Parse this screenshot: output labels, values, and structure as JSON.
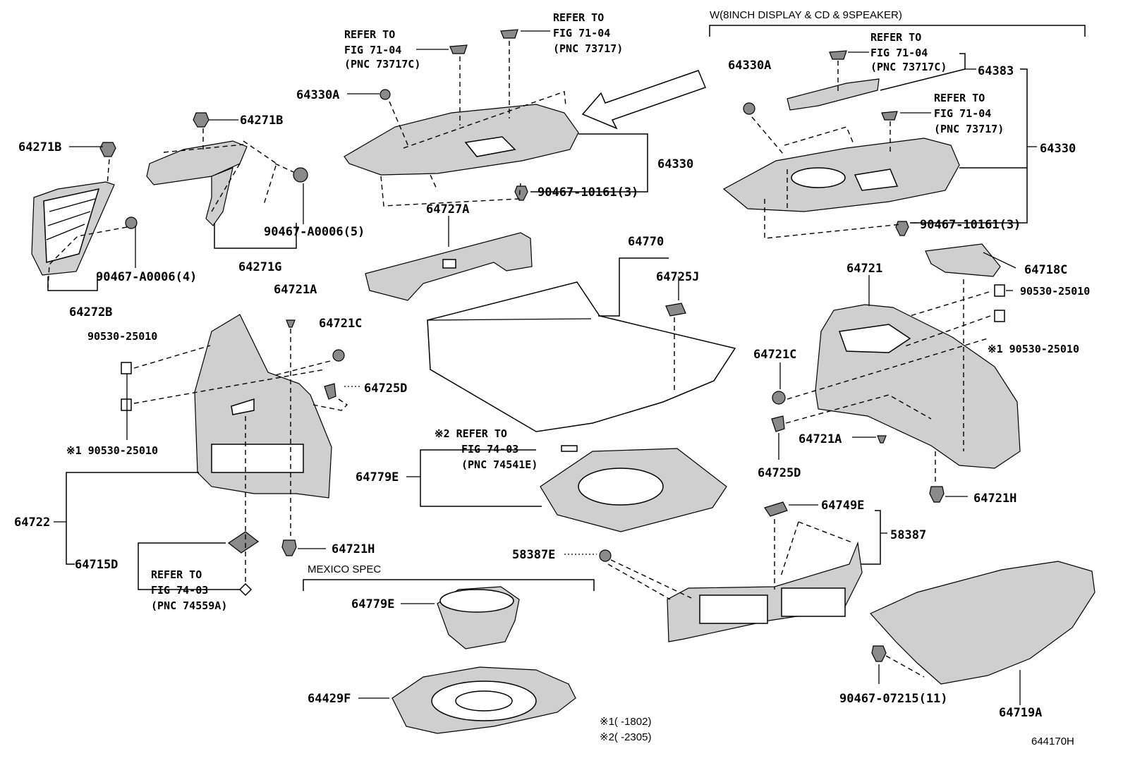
{
  "labels": {
    "p64271B_left": "64271B",
    "p64271B_top": "64271B",
    "p64330A_left": "64330A",
    "p64330A_right": "64330A",
    "p64330_left": "64330",
    "p64330_right": "64330",
    "p64383": "64383",
    "p90467_10161_left": "90467-10161(3)",
    "p90467_10161_right": "90467-10161(3)",
    "p90467_A0006_5": "90467-A0006(5)",
    "p90467_A0006_4": "90467-A0006(4)",
    "p64271G": "64271G",
    "p64272B": "64272B",
    "p64727A": "64727A",
    "p64770": "64770",
    "p64725J": "64725J",
    "p64721A_left": "64721A",
    "p64721A_right": "64721A",
    "p64721C_left": "64721C",
    "p64721C_right": "64721C",
    "p64725D_left": "64725D",
    "p64725D_right": "64725D",
    "p90530_25010_a": "90530-25010",
    "p90530_25010_b": "※1 90530-25010",
    "p90530_25010_c": "90530-25010",
    "p90530_25010_d": "※1 90530-25010",
    "p64722": "64722",
    "p64715D": "64715D",
    "p64721H_left": "64721H",
    "p64721H_right": "64721H",
    "p64721": "64721",
    "p64718C": "64718C",
    "p64779E_top": "64779E",
    "p64779E_mex": "64779E",
    "p64429F": "64429F",
    "p64749E": "64749E",
    "p58387": "58387",
    "p58387E": "58387E",
    "p90467_07215": "90467-07215(11)",
    "p64719A": "64719A"
  },
  "refs": {
    "ref_top_left": [
      "REFER TO",
      "FIG 71-04",
      "(PNC 73717C)"
    ],
    "ref_top_mid": [
      "REFER TO",
      "FIG 71-04",
      "(PNC 73717)"
    ],
    "ref_right_upper": [
      "REFER TO",
      "FIG 71-04",
      "(PNC 73717C)"
    ],
    "ref_right_lower": [
      "REFER TO",
      "FIG 71-04",
      "(PNC 73717)"
    ],
    "ref_center": [
      "※2 REFER TO",
      "FIG 74-03",
      "(PNC 74541E)"
    ],
    "ref_bottom_left": [
      "REFER TO",
      "FIG 74-03",
      "(PNC 74559A)"
    ]
  },
  "notes": {
    "variant_header": "W(8INCH DISPLAY & CD & 9SPEAKER)",
    "mexico_spec": "MEXICO SPEC",
    "footnote1": "※1(      -1802)",
    "footnote2": "※2(      -2305)",
    "figure_id": "644170H"
  }
}
